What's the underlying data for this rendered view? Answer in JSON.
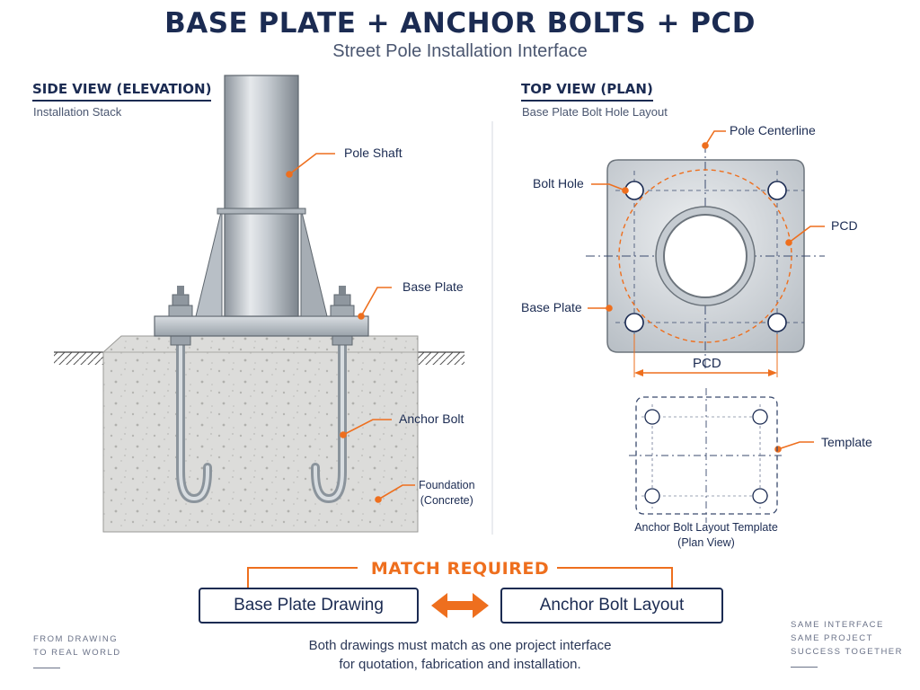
{
  "title": "BASE PLATE + ANCHOR BOLTS + PCD",
  "subtitle": "Street Pole Installation Interface",
  "side_view": {
    "heading": "SIDE VIEW (ELEVATION)",
    "subheading": "Installation Stack",
    "labels": {
      "pole_shaft": "Pole Shaft",
      "base_plate": "Base Plate",
      "anchor_bolt": "Anchor Bolt",
      "foundation_line1": "Foundation",
      "foundation_line2": "(Concrete)"
    }
  },
  "top_view": {
    "heading": "TOP VIEW (PLAN)",
    "subheading": "Base Plate Bolt Hole Layout",
    "labels": {
      "pole_centerline": "Pole Centerline",
      "bolt_hole": "Bolt Hole",
      "pcd": "PCD",
      "base_plate": "Base Plate",
      "pcd_dimension": "PCD",
      "template": "Template",
      "template_caption_line1": "Anchor Bolt Layout Template",
      "template_caption_line2": "(Plan View)"
    }
  },
  "match": {
    "label": "MATCH REQUIRED",
    "left_box": "Base Plate Drawing",
    "right_box": "Anchor Bolt Layout"
  },
  "footer": {
    "line1": "Both drawings must match as one project interface",
    "line2": "for quotation, fabrication and installation."
  },
  "left_note": [
    "FROM DRAWING",
    "TO REAL WORLD"
  ],
  "right_note": [
    "SAME INTERFACE",
    "SAME PROJECT",
    "SUCCESS TOGETHER"
  ],
  "colors": {
    "navy": "#1b2b52",
    "accent_orange": "#ee6f1e",
    "steel": "#b9c0c7",
    "concrete": "#d9d9d6"
  }
}
